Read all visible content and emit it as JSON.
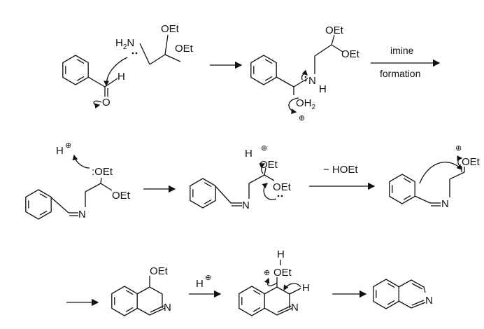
{
  "title": "Pomeranz–Fritsch isoquinoline synthesis mechanism",
  "labels": {
    "oet": "OEt",
    "h2n_h": "H",
    "h2n_2": "2",
    "h2n_n": "N",
    "h": "H",
    "o": "O",
    "n": "N",
    "oh2_oh": "OH",
    "oh2_2": "2",
    "plus": "⊕",
    "lone_pair": ":",
    "imine": "imine",
    "formation": "formation",
    "minus_hoet": "−  HOEt"
  },
  "colors": {
    "ink": "#111111",
    "background": "#ffffff"
  }
}
